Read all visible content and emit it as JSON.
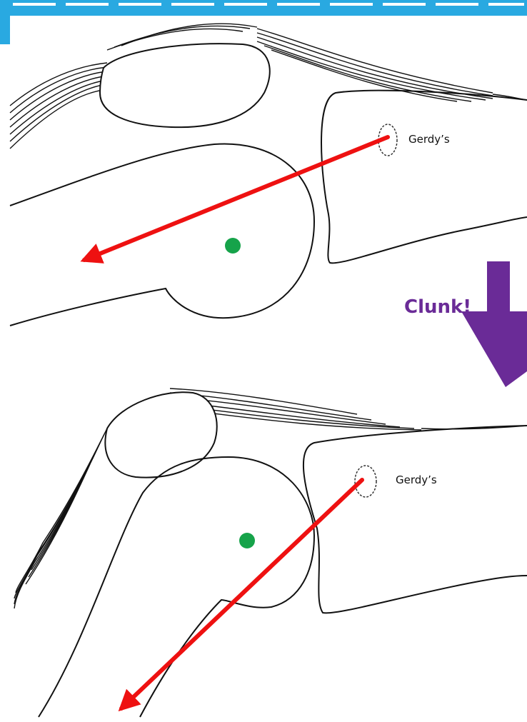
{
  "diagram": {
    "labels": {
      "top_gerdy": "Gerdy’s",
      "bottom_gerdy": "Gerdy’s",
      "clunk": "Clunk!"
    },
    "colors": {
      "force_arrow": "#ee1111",
      "center_dot": "#16a34a",
      "clunk_arrow": "#6a2b97",
      "outline": "#111111",
      "top_border": "#29a9e1"
    }
  }
}
